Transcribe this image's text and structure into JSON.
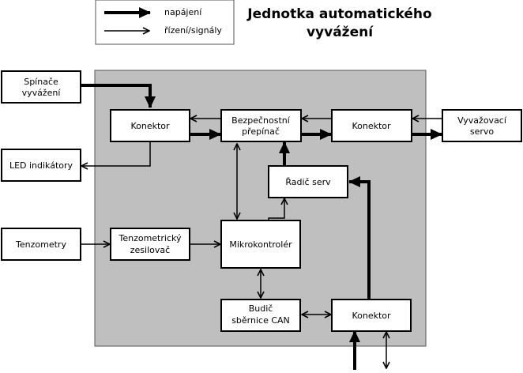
{
  "title": {
    "line1": "Jednotka automatického",
    "line2": "vyvážení"
  },
  "legend": {
    "power_label": "napájení",
    "signal_label": "řízení/signály"
  },
  "colors": {
    "unit_background": "#bfbfbf",
    "unit_border": "#555555",
    "box_fill": "#ffffff",
    "stroke": "#000000"
  },
  "blocks": {
    "balance_switches": [
      "Spínače",
      "vyvážení"
    ],
    "led_indicators": [
      "LED indikátory"
    ],
    "strain_gauges": [
      "Tenzometry"
    ],
    "connector_left": [
      "Konektor"
    ],
    "safety_switch": [
      "Bezpečnostní",
      "přepínač"
    ],
    "connector_right": [
      "Konektor"
    ],
    "trim_servo": [
      "Vyvažovací",
      "servo"
    ],
    "servo_controller": [
      "Řadič serv"
    ],
    "strain_amplifier": [
      "Tenzometrický",
      "zesilovač"
    ],
    "microcontroller": [
      "Mikrokontrolér"
    ],
    "can_driver": [
      "Budič",
      "sběrnice CAN"
    ],
    "connector_bottom": [
      "Konektor"
    ]
  },
  "connections": [
    {
      "from": "balance_switches",
      "to": "connector_left",
      "type": "power"
    },
    {
      "from": "connector_left",
      "to": "led_indicators",
      "type": "signal"
    },
    {
      "from": "connector_left",
      "to": "safety_switch",
      "type": "power"
    },
    {
      "from": "safety_switch",
      "to": "connector_left",
      "type": "signal"
    },
    {
      "from": "safety_switch",
      "to": "connector_right",
      "type": "power"
    },
    {
      "from": "connector_right",
      "to": "safety_switch",
      "type": "signal"
    },
    {
      "from": "connector_right",
      "to": "trim_servo",
      "type": "power"
    },
    {
      "from": "trim_servo",
      "to": "connector_right",
      "type": "signal"
    },
    {
      "from": "servo_controller",
      "to": "safety_switch",
      "type": "power"
    },
    {
      "from": "microcontroller",
      "to": "servo_controller",
      "type": "signal"
    },
    {
      "from": "connector_bottom",
      "to": "servo_controller",
      "type": "power"
    },
    {
      "from": "safety_switch",
      "to": "microcontroller",
      "type": "signal-bidirectional"
    },
    {
      "from": "strain_gauges",
      "to": "strain_amplifier",
      "type": "signal"
    },
    {
      "from": "strain_amplifier",
      "to": "microcontroller",
      "type": "signal"
    },
    {
      "from": "microcontroller",
      "to": "can_driver",
      "type": "signal-bidirectional"
    },
    {
      "from": "can_driver",
      "to": "connector_bottom",
      "type": "signal-bidirectional"
    },
    {
      "from": "external",
      "to": "connector_bottom",
      "type": "power"
    },
    {
      "from": "connector_bottom",
      "to": "external",
      "type": "signal-bidirectional"
    }
  ]
}
